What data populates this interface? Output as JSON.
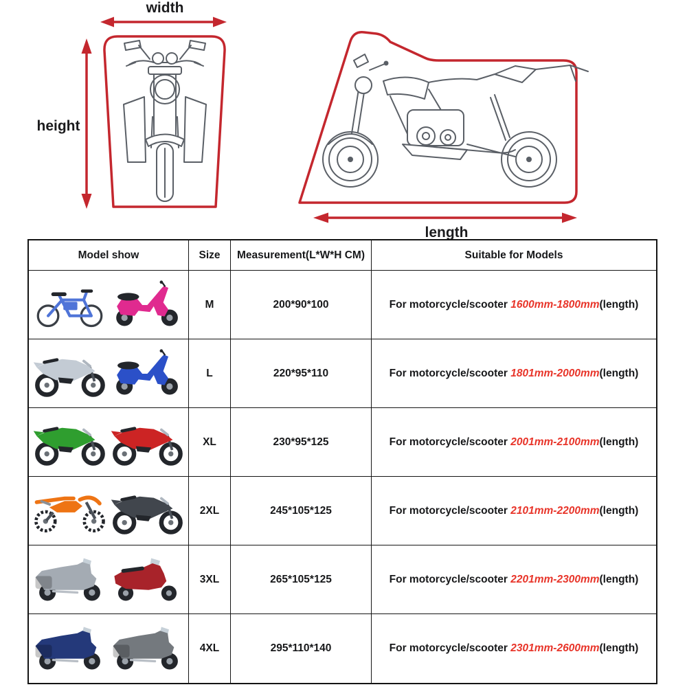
{
  "diagram": {
    "front_view": {
      "width_label": "width",
      "height_label": "height"
    },
    "side_view": {
      "length_label": "length"
    },
    "outline_color": "#c4272e",
    "lineart_color": "#5a5f66"
  },
  "table": {
    "headers": {
      "model_show": "Model show",
      "size": "Size",
      "measurement": "Measurement(L*W*H CM)",
      "suitable": "Suitable for Models"
    },
    "red_text_color": "#e8352a",
    "rows": [
      {
        "size": "M",
        "measurement": "200*90*100",
        "suitable_prefix": "For motorcycle/scooter",
        "suitable_range": "1600mm-1800mm",
        "suitable_suffix": "(length)",
        "model_icons": [
          "electric-bicycle-blue-icon",
          "scooter-pink-icon"
        ],
        "model_colors": [
          "#4f74d8",
          "#e02a8f"
        ]
      },
      {
        "size": "L",
        "measurement": "220*95*110",
        "suitable_prefix": "For motorcycle/scooter",
        "suitable_range": "1801mm-2000mm",
        "suitable_suffix": "(length)",
        "model_icons": [
          "underbone-motorcycle-white-icon",
          "scooter-blue-icon"
        ],
        "model_colors": [
          "#c3cbd4",
          "#2b50c8"
        ]
      },
      {
        "size": "XL",
        "measurement": "230*95*125",
        "suitable_prefix": "For motorcycle/scooter",
        "suitable_range": "2001mm-2100mm",
        "suitable_suffix": "(length)",
        "model_icons": [
          "sportbike-green-icon",
          "sportbike-red-icon"
        ],
        "model_colors": [
          "#2f9e2f",
          "#cc2424"
        ]
      },
      {
        "size": "2XL",
        "measurement": "245*105*125",
        "suitable_prefix": "For motorcycle/scooter",
        "suitable_range": "2101mm-2200mm",
        "suitable_suffix": "(length)",
        "model_icons": [
          "dirtbike-orange-icon",
          "naked-bike-black-icon"
        ],
        "model_colors": [
          "#ee7414",
          "#41464d"
        ]
      },
      {
        "size": "3XL",
        "measurement": "265*105*125",
        "suitable_prefix": "For motorcycle/scooter",
        "suitable_range": "2201mm-2300mm",
        "suitable_suffix": "(length)",
        "model_icons": [
          "sport-touring-silver-icon",
          "maxi-scooter-red-icon"
        ],
        "model_colors": [
          "#a4abb3",
          "#a8232a"
        ]
      },
      {
        "size": "4XL",
        "measurement": "295*110*140",
        "suitable_prefix": "For motorcycle/scooter",
        "suitable_range": "2301mm-2600mm",
        "suitable_suffix": "(length)",
        "model_icons": [
          "touring-bike-blue-icon",
          "touring-bike-gray-icon"
        ],
        "model_colors": [
          "#24397a",
          "#74797e"
        ]
      }
    ]
  }
}
